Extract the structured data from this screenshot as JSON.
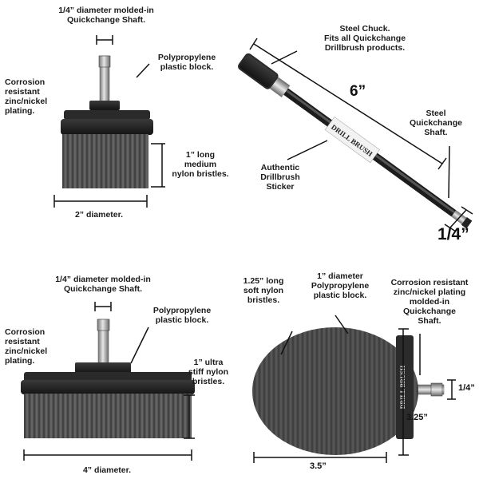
{
  "panels": {
    "top_left": {
      "shaft_label": "1/4” diameter molded-in\nQuickchange Shaft.",
      "block_label": "Polypropylene\nplastic block.",
      "plating_label": "Corrosion\nresistant\nzinc/nickel\nplating.",
      "bristle_label": "1” long\nmedium\nnylon bristles.",
      "diameter_label": "2” diameter."
    },
    "top_right": {
      "chuck_label": "Steel Chuck.\nFits all Quickchange\nDrillbrush products.",
      "length_label": "6”",
      "shaft_label": "Steel\nQuickchange\nShaft.",
      "sticker_label": "Authentic\nDrillbrush\nSticker",
      "sticker_text": "DRILL BRUSH",
      "shaft_size_label": "1/4”"
    },
    "bottom_left": {
      "shaft_label": "1/4” diameter molded-in\nQuickchange Shaft.",
      "block_label": "Polypropylene\nplastic block.",
      "plating_label": "Corrosion\nresistant\nzinc/nickel\nplating.",
      "bristle_label": "1” ultra\nstiff nylon\nbristles.",
      "diameter_label": "4” diameter."
    },
    "bottom_right": {
      "bristle_label": "1.25” long\nsoft nylon\nbristles.",
      "block_label": "1” diameter\nPolypropylene\nplastic block.",
      "shaft_label": "Corrosion resistant\nzinc/nickel plating\nmolded-in\nQuickchange\nShaft.",
      "shaft_size_label": "1/4”",
      "height_label": "3.25”",
      "width_label": "3.5”",
      "block_text": "DRILL BRUSH"
    }
  },
  "colors": {
    "bristle": "#4a4a4a",
    "block": "#1f1f1f",
    "metal": "#b8b8b8",
    "line": "#111111"
  }
}
